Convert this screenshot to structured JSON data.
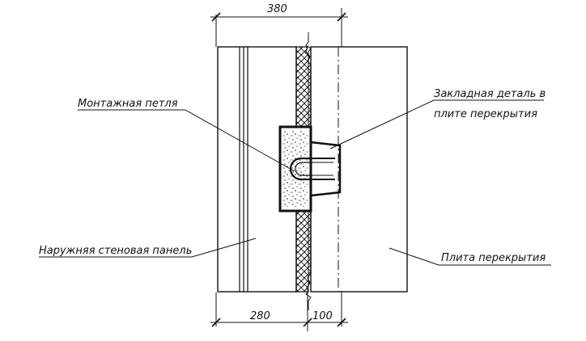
{
  "dimensions": {
    "top": "380",
    "bottom_left": "280",
    "bottom_right": "100"
  },
  "labels": {
    "mounting_loop": "Монтажная петля",
    "embedded_part_line1": "Закладная деталь в",
    "embedded_part_line2": "плите перекрытия",
    "outer_wall_panel": "Наружняя стеновая панель",
    "floor_slab": "Плита перекрытия"
  },
  "colors": {
    "line": "#111111",
    "background": "#ffffff"
  }
}
